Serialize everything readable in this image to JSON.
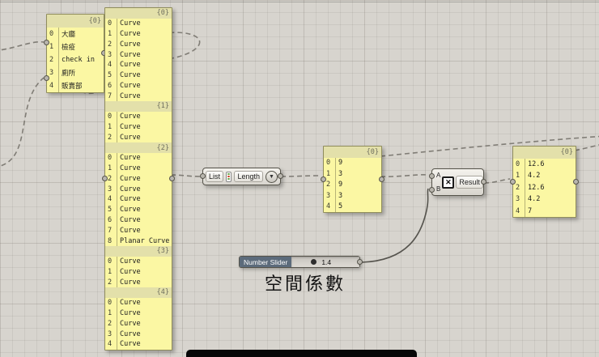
{
  "colors": {
    "canvas_bg": "#d7d4ce",
    "panel_yellow": "#fbf7a3",
    "panel_header_band": "#e3e0aa",
    "slider_label_bg": "#5c6b7b",
    "wire": "#807d76"
  },
  "panels": {
    "rooms": {
      "rows": [
        {
          "t": "hdr",
          "i": "",
          "v": "{0}"
        },
        {
          "t": "row",
          "i": "0",
          "v": "大廳"
        },
        {
          "t": "row",
          "i": "1",
          "v": "檢疫"
        },
        {
          "t": "row",
          "i": "2",
          "v": "check in"
        },
        {
          "t": "row",
          "i": "3",
          "v": "廁所"
        },
        {
          "t": "row",
          "i": "4",
          "v": "販賣部"
        }
      ]
    },
    "curves": {
      "rows": [
        {
          "t": "hdr",
          "i": "",
          "v": "{0}"
        },
        {
          "t": "row",
          "i": "0",
          "v": "Curve"
        },
        {
          "t": "row",
          "i": "1",
          "v": "Curve"
        },
        {
          "t": "row",
          "i": "2",
          "v": "Curve"
        },
        {
          "t": "row",
          "i": "3",
          "v": "Curve"
        },
        {
          "t": "row",
          "i": "4",
          "v": "Curve"
        },
        {
          "t": "row",
          "i": "5",
          "v": "Curve"
        },
        {
          "t": "row",
          "i": "6",
          "v": "Curve"
        },
        {
          "t": "row",
          "i": "7",
          "v": "Curve"
        },
        {
          "t": "hdr",
          "i": "",
          "v": "{1}"
        },
        {
          "t": "row",
          "i": "0",
          "v": "Curve"
        },
        {
          "t": "row",
          "i": "1",
          "v": "Curve"
        },
        {
          "t": "row",
          "i": "2",
          "v": "Curve"
        },
        {
          "t": "hdr",
          "i": "",
          "v": "{2}"
        },
        {
          "t": "row",
          "i": "0",
          "v": "Curve"
        },
        {
          "t": "row",
          "i": "1",
          "v": "Curve"
        },
        {
          "t": "row",
          "i": "2",
          "v": "Curve"
        },
        {
          "t": "row",
          "i": "3",
          "v": "Curve"
        },
        {
          "t": "row",
          "i": "4",
          "v": "Curve"
        },
        {
          "t": "row",
          "i": "5",
          "v": "Curve"
        },
        {
          "t": "row",
          "i": "6",
          "v": "Curve"
        },
        {
          "t": "row",
          "i": "7",
          "v": "Curve"
        },
        {
          "t": "row",
          "i": "8",
          "v": "Planar Curve"
        },
        {
          "t": "hdr",
          "i": "",
          "v": "{3}"
        },
        {
          "t": "row",
          "i": "0",
          "v": "Curve"
        },
        {
          "t": "row",
          "i": "1",
          "v": "Curve"
        },
        {
          "t": "row",
          "i": "2",
          "v": "Curve"
        },
        {
          "t": "hdr",
          "i": "",
          "v": "{4}"
        },
        {
          "t": "row",
          "i": "0",
          "v": "Curve"
        },
        {
          "t": "row",
          "i": "1",
          "v": "Curve"
        },
        {
          "t": "row",
          "i": "2",
          "v": "Curve"
        },
        {
          "t": "row",
          "i": "3",
          "v": "Curve"
        },
        {
          "t": "row",
          "i": "4",
          "v": "Curve"
        }
      ]
    },
    "lengths": {
      "rows": [
        {
          "t": "hdr",
          "i": "",
          "v": "{0}"
        },
        {
          "t": "row",
          "i": "0",
          "v": "9"
        },
        {
          "t": "row",
          "i": "1",
          "v": "3"
        },
        {
          "t": "row",
          "i": "2",
          "v": "9"
        },
        {
          "t": "row",
          "i": "3",
          "v": "3"
        },
        {
          "t": "row",
          "i": "4",
          "v": "5"
        }
      ]
    },
    "results": {
      "rows": [
        {
          "t": "hdr",
          "i": "",
          "v": "{0}"
        },
        {
          "t": "row",
          "i": "0",
          "v": "12.6"
        },
        {
          "t": "row",
          "i": "1",
          "v": "4.2"
        },
        {
          "t": "row",
          "i": "2",
          "v": "12.6"
        },
        {
          "t": "row",
          "i": "3",
          "v": "4.2"
        },
        {
          "t": "row",
          "i": "4",
          "v": "7"
        }
      ]
    }
  },
  "components": {
    "list_length": {
      "left_label": "List",
      "right_label": "Length",
      "menu_glyph": "▼"
    },
    "multiply": {
      "input_a": "A",
      "input_b": "B",
      "icon": "✕",
      "label": "Result"
    },
    "slider": {
      "label": "Number Slider",
      "value": "1.4"
    }
  },
  "annotation": "空間係數"
}
